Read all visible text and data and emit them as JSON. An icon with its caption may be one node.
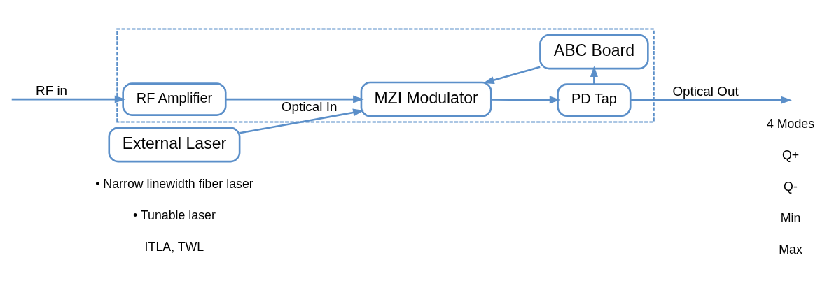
{
  "diagram": {
    "nodes": [
      {
        "text": [],
        "shape": "box"
      },
      {
        "text": [
          "External Laser"
        ]
      },
      {
        "text": [
          "MZI Modulator"
        ],
        "in": 0
      },
      {
        "text": [
          "PD Tap"
        ],
        "in": 0
      },
      {
        "text": [
          "RF Amplifier"
        ],
        "in": 0
      },
      {
        "text": [
          "ABC Board"
        ],
        "in": 0
      }
    ],
    "edges": [
      {
        "from": 1,
        "to": 2,
        "arrow": "to",
        "label": "Optical In"
      },
      {
        "from": 2,
        "to": 3,
        "arrow": "to"
      },
      {
        "from": 3,
        "to": null,
        "arrow": "to",
        "label": "Optical Out"
      },
      {
        "from": null,
        "to": 4,
        "arrow": "to",
        "label": "RF in"
      },
      {
        "from": 4,
        "to": 2,
        "arrow": "to"
      },
      {
        "from": 5,
        "to": 2,
        "arrow": "to"
      },
      {
        "from": 3,
        "to": 5,
        "arrow": "to"
      }
    ],
    "labels": [
      "• Narrow linewidth fiber laser",
      "• Tunable laser",
      "ITLA, TWL",
      "4 Modes",
      "Q+",
      "Q-",
      "Min",
      "Max"
    ]
  }
}
